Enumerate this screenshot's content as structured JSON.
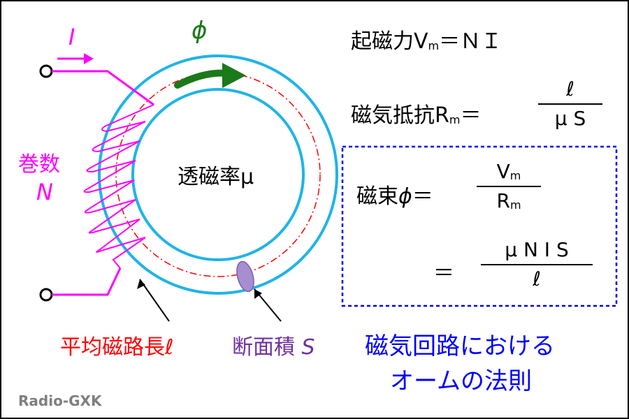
{
  "diagram": {
    "current_symbol": "I",
    "flux_symbol": "ϕ",
    "turns_label": "巻数",
    "turns_symbol": "N",
    "permeability_label": "透磁率μ",
    "mean_path_label": "平均磁路長ℓ",
    "cross_section_label": "断面積",
    "cross_section_symbol": "S"
  },
  "equations": {
    "mmf_label": "起磁力",
    "mmf_symbol": "V",
    "mmf_sub": "m",
    "mmf_rhs": "＝ＮＩ",
    "reluctance_label": "磁気抵抗",
    "reluctance_symbol": "R",
    "reluctance_sub": "m",
    "equals": "＝",
    "reluctance_num": "ℓ",
    "reluctance_den": "μ S",
    "flux_label": "磁束",
    "flux_symbol": "ϕ",
    "flux_frac1_num_symbol": "V",
    "flux_frac1_num_sub": "m",
    "flux_frac1_den_symbol": "R",
    "flux_frac1_den_sub": "m",
    "flux_frac2_num": "μ N I S",
    "flux_frac2_den": "ℓ"
  },
  "caption": {
    "line1": "磁気回路における",
    "line2": "オームの法則"
  },
  "watermark": "Radio-GXK",
  "colors": {
    "core": "#1fb4e6",
    "coil": "#ff00ff",
    "mean_path": "#ff0000",
    "flux_arrow": "#1a7a1a",
    "cross_section": "#9a7fc8",
    "box_border": "#0000ff"
  }
}
